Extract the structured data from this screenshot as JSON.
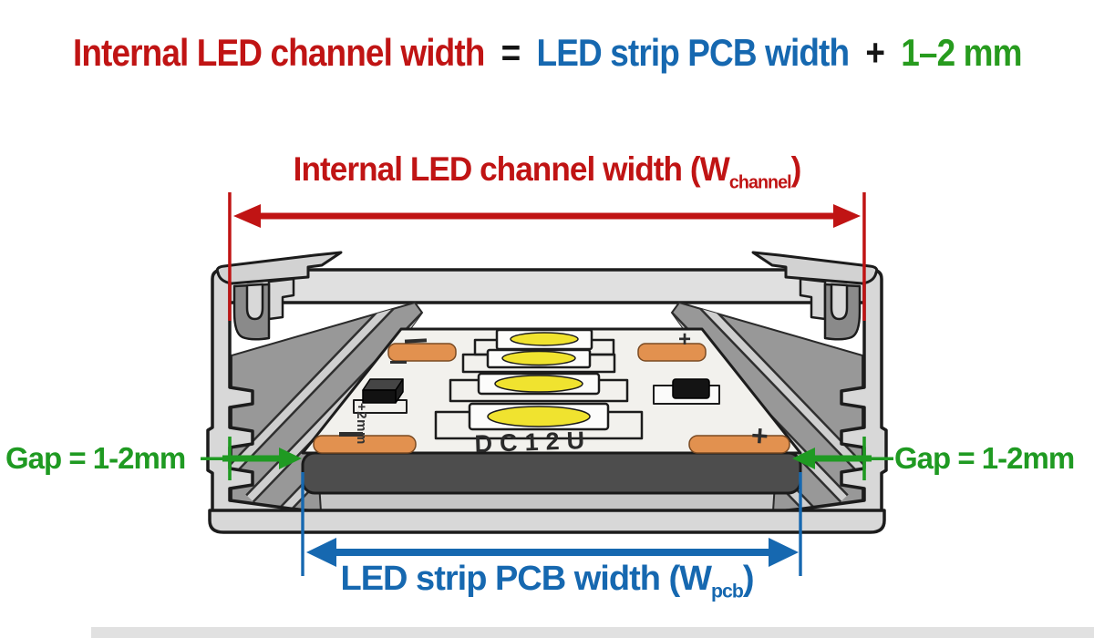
{
  "title": {
    "red_part": "Internal LED channel width",
    "equals": "=",
    "blue_part": "LED strip PCB width",
    "plus": "+",
    "green_part": "1–2 mm"
  },
  "dimensions": {
    "channel": {
      "label_main": "Internal LED channel width (W",
      "label_sub": "channel",
      "label_end": ")"
    },
    "pcb": {
      "label_main": "LED strip PCB width (W",
      "label_sub": "pcb",
      "label_end": ")"
    },
    "gap_left": {
      "label": "Gap = 1-2mm"
    },
    "gap_right": {
      "label": "Gap = 1-2mm"
    }
  },
  "pcb_markings": {
    "model": "DC12U",
    "note": "+2mm",
    "plus_back": "+",
    "plus_front": "+"
  },
  "colors": {
    "dimension_red": "#c01414",
    "dimension_blue": "#1668b0",
    "dimension_green": "#1f9a22",
    "title_green": "#279b1e",
    "aluminum_light": "#d8d8d8",
    "aluminum_inner": "#989898",
    "pcb_white": "#f2f1ed",
    "pcb_edge_gray": "#4d4d4d",
    "copper_pad_orange": "#e2914f",
    "led_yellow": "#f0e32f"
  }
}
